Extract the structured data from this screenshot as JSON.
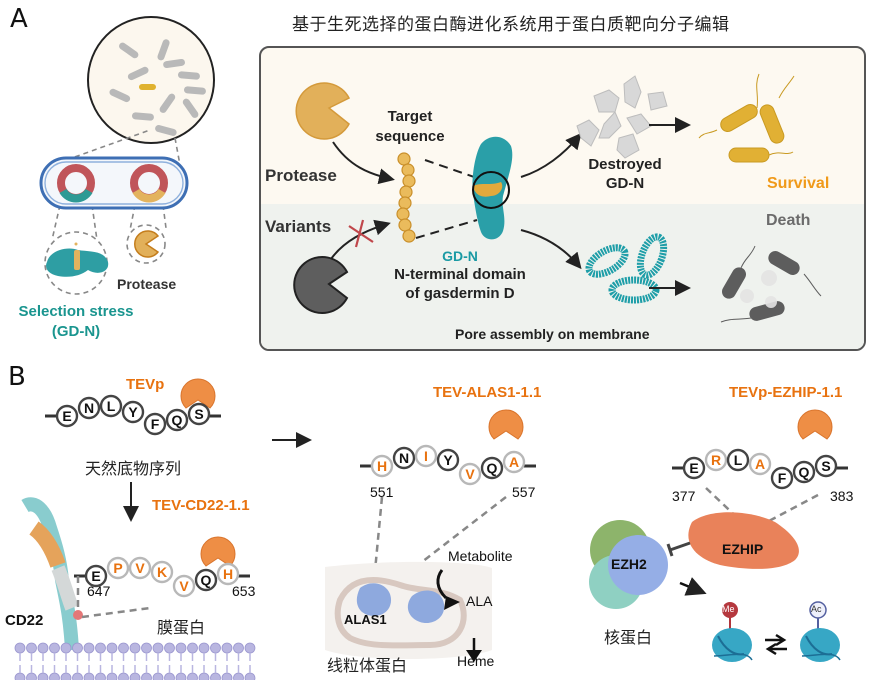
{
  "panel_a": {
    "letter": "A",
    "title": "基于生死选择的蛋白酶进化系统用于蛋白质靶向分子编辑",
    "left": {
      "protease_label": "Protease",
      "selection_stress_label": "Selection stress",
      "selection_stress_sub": "(GD-N)"
    },
    "mechanism": {
      "protease_label": "Protease",
      "variants_label": "Variants",
      "target_sequence_label_1": "Target",
      "target_sequence_label_2": "sequence",
      "gdn_label": "GD-N",
      "gdn_desc_1": "N-terminal domain",
      "gdn_desc_2": "of gasdermin D",
      "destroyed_label_1": "Destroyed",
      "destroyed_label_2": "GD-N",
      "survival_label": "Survival",
      "death_label": "Death",
      "pore_label": "Pore assembly on membrane"
    },
    "colors": {
      "upper_bg": "#fdf9f1",
      "lower_bg": "#eff2ee",
      "teal": "#2a9fa8",
      "protease": "#e2b05a",
      "survival": "#f09a1a",
      "death_gray": "#6b6b6b",
      "plasmid_red": "#c0555a"
    }
  },
  "panel_b": {
    "letter": "B",
    "native": {
      "enzyme_label": "TEVp",
      "residues": [
        {
          "aa": "E",
          "mut": false
        },
        {
          "aa": "N",
          "mut": false
        },
        {
          "aa": "L",
          "mut": false
        },
        {
          "aa": "Y",
          "mut": false
        },
        {
          "aa": "F",
          "mut": false
        },
        {
          "aa": "Q",
          "mut": false
        },
        {
          "aa": "S",
          "mut": false
        }
      ],
      "caption": "天然底物序列"
    },
    "cd22": {
      "enzyme_label": "TEV-CD22-1.1",
      "residues": [
        {
          "aa": "E",
          "mut": false
        },
        {
          "aa": "P",
          "mut": true
        },
        {
          "aa": "V",
          "mut": true
        },
        {
          "aa": "K",
          "mut": true
        },
        {
          "aa": "V",
          "mut": true
        },
        {
          "aa": "Q",
          "mut": false
        },
        {
          "aa": "H",
          "mut": true
        }
      ],
      "start": "647",
      "end": "653",
      "protein_label": "CD22",
      "caption": "膜蛋白"
    },
    "alas1": {
      "enzyme_label": "TEV-ALAS1-1.1",
      "residues": [
        {
          "aa": "H",
          "mut": true
        },
        {
          "aa": "N",
          "mut": false
        },
        {
          "aa": "I",
          "mut": true
        },
        {
          "aa": "Y",
          "mut": false
        },
        {
          "aa": "V",
          "mut": true
        },
        {
          "aa": "Q",
          "mut": false
        },
        {
          "aa": "A",
          "mut": true
        }
      ],
      "start": "551",
      "end": "557",
      "protein_label": "ALAS1",
      "metabolite_label": "Metabolite",
      "ala_label": "ALA",
      "heme_label": "Heme",
      "caption": "线粒体蛋白"
    },
    "ezhip": {
      "enzyme_label": "TEVp-EZHIP-1.1",
      "residues": [
        {
          "aa": "E",
          "mut": false
        },
        {
          "aa": "R",
          "mut": true
        },
        {
          "aa": "L",
          "mut": false
        },
        {
          "aa": "A",
          "mut": true
        },
        {
          "aa": "F",
          "mut": false
        },
        {
          "aa": "Q",
          "mut": false
        },
        {
          "aa": "S",
          "mut": false
        }
      ],
      "start": "377",
      "end": "383",
      "ezhip_label": "EZHIP",
      "ezh2_label": "EZH2",
      "me_label": "Me",
      "ac_label": "Ac",
      "caption": "核蛋白"
    },
    "colors": {
      "enzyme": "#ee8e45",
      "mut_text": "#e8720f",
      "ezhip": "#e9825a"
    }
  }
}
